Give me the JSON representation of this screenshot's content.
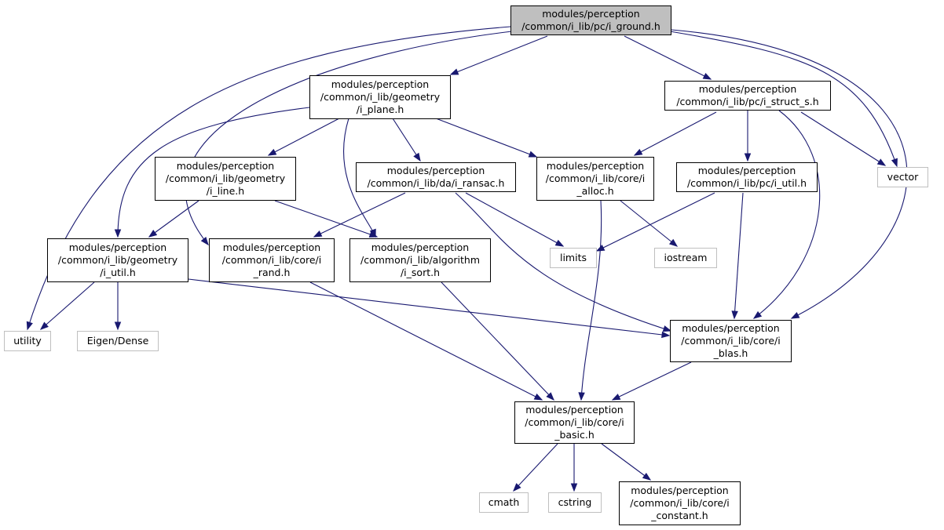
{
  "nodes": [
    {
      "id": "i_ground",
      "label": "modules/perception\n/common/i_lib/pc/i_ground.h",
      "root": true
    },
    {
      "id": "i_plane",
      "label": "modules/perception\n/common/i_lib/geometry\n/i_plane.h"
    },
    {
      "id": "i_struct_s",
      "label": "modules/perception\n/common/i_lib/pc/i_struct_s.h"
    },
    {
      "id": "i_line",
      "label": "modules/perception\n/common/i_lib/geometry\n/i_line.h"
    },
    {
      "id": "i_ransac",
      "label": "modules/perception\n/common/i_lib/da/i_ransac.h"
    },
    {
      "id": "i_alloc",
      "label": "modules/perception\n/common/i_lib/core/i\n_alloc.h"
    },
    {
      "id": "i_util_pc",
      "label": "modules/perception\n/common/i_lib/pc/i_util.h"
    },
    {
      "id": "vector",
      "label": "vector",
      "system": true
    },
    {
      "id": "i_util_geo",
      "label": "modules/perception\n/common/i_lib/geometry\n/i_util.h"
    },
    {
      "id": "i_rand",
      "label": "modules/perception\n/common/i_lib/core/i\n_rand.h"
    },
    {
      "id": "i_sort",
      "label": "modules/perception\n/common/i_lib/algorithm\n/i_sort.h"
    },
    {
      "id": "limits",
      "label": "limits",
      "system": true
    },
    {
      "id": "iostream",
      "label": "iostream",
      "system": true
    },
    {
      "id": "utility",
      "label": "utility",
      "system": true
    },
    {
      "id": "eigen_dense",
      "label": "Eigen/Dense",
      "system": true
    },
    {
      "id": "i_blas",
      "label": "modules/perception\n/common/i_lib/core/i\n_blas.h"
    },
    {
      "id": "i_basic",
      "label": "modules/perception\n/common/i_lib/core/i\n_basic.h"
    },
    {
      "id": "cmath",
      "label": "cmath",
      "system": true
    },
    {
      "id": "cstring",
      "label": "cstring",
      "system": true
    },
    {
      "id": "i_constant",
      "label": "modules/perception\n/common/i_lib/core/i\n_constant.h"
    }
  ],
  "edges": [
    [
      "i_ground",
      "i_plane"
    ],
    [
      "i_ground",
      "i_struct_s"
    ],
    [
      "i_ground",
      "utility"
    ],
    [
      "i_ground",
      "i_rand"
    ],
    [
      "i_ground",
      "vector"
    ],
    [
      "i_ground",
      "i_blas"
    ],
    [
      "i_plane",
      "i_util_geo"
    ],
    [
      "i_plane",
      "i_line"
    ],
    [
      "i_plane",
      "i_ransac"
    ],
    [
      "i_plane",
      "i_alloc"
    ],
    [
      "i_plane",
      "i_sort"
    ],
    [
      "i_struct_s",
      "i_alloc"
    ],
    [
      "i_struct_s",
      "i_util_pc"
    ],
    [
      "i_struct_s",
      "vector"
    ],
    [
      "i_struct_s",
      "i_blas"
    ],
    [
      "i_line",
      "i_util_geo"
    ],
    [
      "i_line",
      "i_sort"
    ],
    [
      "i_ransac",
      "i_rand"
    ],
    [
      "i_ransac",
      "limits"
    ],
    [
      "i_ransac",
      "i_blas"
    ],
    [
      "i_alloc",
      "iostream"
    ],
    [
      "i_alloc",
      "i_basic"
    ],
    [
      "i_util_pc",
      "limits"
    ],
    [
      "i_util_pc",
      "i_blas"
    ],
    [
      "i_util_geo",
      "utility"
    ],
    [
      "i_util_geo",
      "eigen_dense"
    ],
    [
      "i_util_geo",
      "i_blas"
    ],
    [
      "i_rand",
      "i_basic"
    ],
    [
      "i_sort",
      "i_basic"
    ],
    [
      "i_blas",
      "i_basic"
    ],
    [
      "i_basic",
      "cmath"
    ],
    [
      "i_basic",
      "cstring"
    ],
    [
      "i_basic",
      "i_constant"
    ]
  ],
  "colors": {
    "edge": "#191970",
    "root_fill": "#bfbfbf",
    "system_border": "#bfbfbf",
    "node_border": "#000000"
  }
}
